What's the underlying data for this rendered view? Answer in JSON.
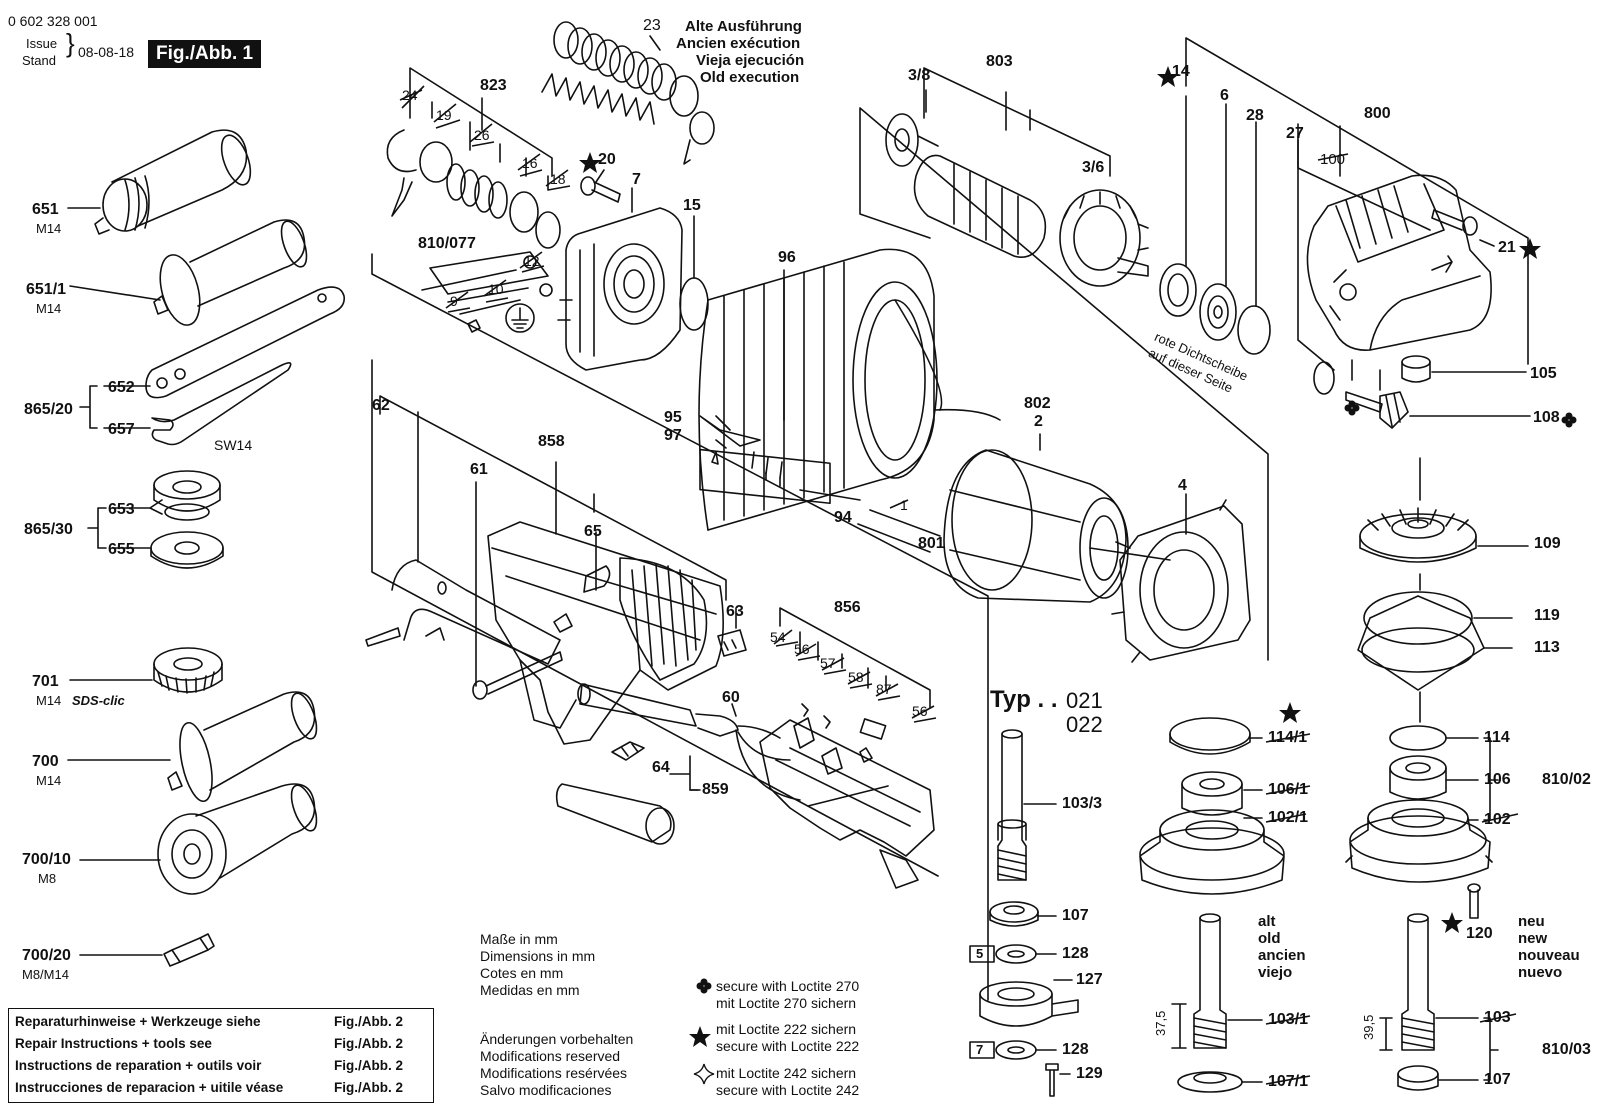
{
  "header": {
    "part_number": "0 602 328 001",
    "issue_label": "Issue",
    "stand_label": "Stand",
    "issue_date": "08-08-18",
    "figure_label": "Fig./Abb. 1"
  },
  "old_execution": [
    "Alte Ausführung",
    "Ancien exécution",
    "Vieja ejecución",
    "Old execution"
  ],
  "callouts": {
    "c23": "23",
    "c823": "823",
    "c24": "24",
    "c19": "19",
    "c26": "26",
    "c16": "16",
    "c18": "18",
    "c20": "20",
    "c7": "7",
    "c15": "15",
    "c810_077": "810/077",
    "c12": "12",
    "c10": "10",
    "c9": "9",
    "c96": "96",
    "c95": "95",
    "c97": "97",
    "c94": "94",
    "c1": "1",
    "c801": "801",
    "c3_8": "3/8",
    "c803": "803",
    "c3_6": "3/6",
    "c14": "14",
    "c6": "6",
    "c28": "28",
    "c27": "27",
    "c800": "800",
    "c100": "100",
    "c21": "21",
    "c105": "105",
    "c108": "108",
    "c802": "802",
    "c2": "2",
    "c4": "4",
    "c62": "62",
    "c61": "61",
    "c858": "858",
    "c65": "65",
    "c63": "63",
    "c856": "856",
    "c54": "54",
    "c56": "56",
    "c57": "57",
    "c58": "58",
    "c87": "87",
    "c56b": "56",
    "c60": "60",
    "c64": "64",
    "c859": "859",
    "c651": "651",
    "c651_1": "651/1",
    "c652": "652",
    "c657": "657",
    "c865_20": "865/20",
    "c653": "653",
    "c655": "655",
    "c865_30": "865/30",
    "c701": "701",
    "c700": "700",
    "c700_10": "700/10",
    "c700_20": "700/20",
    "m14": "M14",
    "m8": "M8",
    "m8m14": "M8/M14",
    "sw14": "SW14",
    "sds": "SDS-clic",
    "c109": "109",
    "c119": "119",
    "c113": "113",
    "c114": "114",
    "c106": "106",
    "c102": "102",
    "c810_02": "810/02",
    "c114_1": "114/1",
    "c106_1": "106/1",
    "c102_1": "102/1",
    "c103_3": "103/3",
    "c107": "107",
    "c128": "128",
    "c127": "127",
    "c129": "129",
    "c103_1": "103/1",
    "c107_1": "107/1",
    "c103": "103",
    "c810_03": "810/03",
    "c120": "120",
    "dim_37_5": "37,5",
    "dim_39_5": "39,5",
    "box5": "5",
    "box7": "7"
  },
  "typ": {
    "label": "Typ . .",
    "v1": "021",
    "v2": "022"
  },
  "red_seal": [
    "rote Dichtscheibe",
    "auf dieser Seite"
  ],
  "old_words": [
    "alt",
    "old",
    "ancien",
    "viejo"
  ],
  "new_words": [
    "neu",
    "new",
    "nouveau",
    "nuevo"
  ],
  "dimensions_note": [
    "Maße in mm",
    "Dimensions in mm",
    "Cotes en mm",
    "Medidas en mm"
  ],
  "modifications_note": [
    "Änderungen vorbehalten",
    "Modifications reserved",
    "Modifications resérvées",
    "Salvo modificaciones"
  ],
  "loctite": [
    {
      "symbol": "club-cross",
      "line1": "secure with Loctite 270",
      "line2": "mit Loctite 270 sichern"
    },
    {
      "symbol": "star",
      "line1": "mit Loctite 222 sichern",
      "line2": "secure with Loctite 222"
    },
    {
      "symbol": "outline-star",
      "line1": "mit Loctite 242 sichern",
      "line2": "secure with Loctite 242"
    }
  ],
  "repair_table": [
    {
      "text": "Reparaturhinweise + Werkzeuge siehe",
      "ref": "Fig./Abb. 2"
    },
    {
      "text": "Repair Instructions + tools see",
      "ref": "Fig./Abb. 2"
    },
    {
      "text": "Instructions de reparation + outils voir",
      "ref": "Fig./Abb. 2"
    },
    {
      "text": "Instrucciones de reparacion + uitile véase",
      "ref": "Fig./Abb. 2"
    }
  ]
}
